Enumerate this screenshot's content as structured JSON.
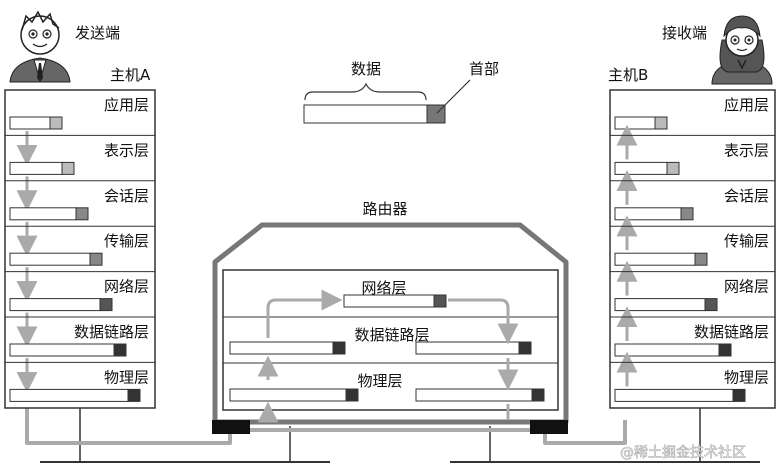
{
  "host_a": {
    "name": "主机A",
    "role": "发送端",
    "layers": [
      "应用层",
      "表示层",
      "会话层",
      "传输层",
      "网络层",
      "数据链路层",
      "物理层"
    ]
  },
  "host_b": {
    "name": "主机B",
    "role": "接收端",
    "layers": [
      "应用层",
      "表示层",
      "会话层",
      "传输层",
      "网络层",
      "数据链路层",
      "物理层"
    ]
  },
  "router": {
    "name": "路由器",
    "layers": [
      "网络层",
      "数据链路层",
      "物理层"
    ]
  },
  "packet_legend": {
    "data_label": "数据",
    "header_label": "首部"
  },
  "watermark": "@稀土掘金技术社区",
  "colors": {
    "line": "#333333",
    "arrow": "#aaaaaa",
    "header_light": "#bbbbbb",
    "header_mid": "#888888",
    "header_dark": "#555555",
    "header_black": "#333333",
    "router_frame": "#777777",
    "port": "#111111"
  }
}
